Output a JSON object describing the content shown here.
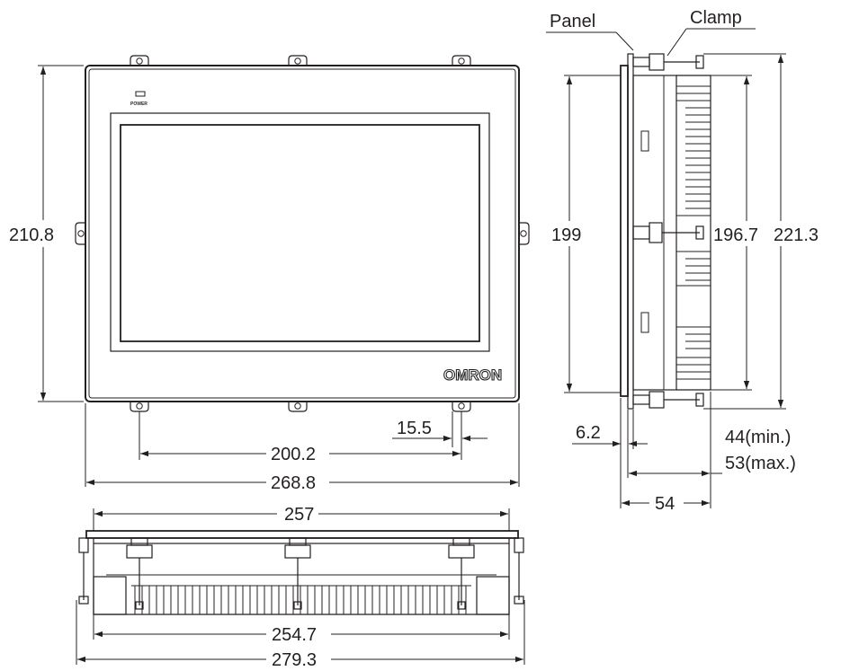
{
  "front_view": {
    "power_label": "POWER",
    "logo": "OMRON",
    "dim_height": "210.8",
    "dim_hole_offset": "15.5",
    "dim_hole_pitch": "200.2",
    "dim_width": "268.8"
  },
  "side_view": {
    "panel_label": "Panel",
    "clamp_label": "Clamp",
    "dim_cutout_height": "199",
    "dim_body_height": "196.7",
    "dim_overall_height": "221.3",
    "dim_front_depth": "6.2",
    "dim_panel_min": "44(min.)",
    "dim_panel_max": "53(max.)",
    "dim_depth": "54"
  },
  "bottom_view": {
    "dim_body_width": "257",
    "dim_inner_width": "254.7",
    "dim_overall_width": "279.3"
  }
}
